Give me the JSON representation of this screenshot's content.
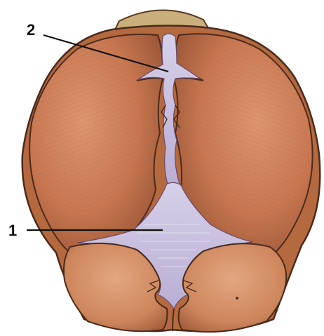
{
  "diagram": {
    "callouts": [
      {
        "id": "1",
        "label": "1"
      },
      {
        "id": "2",
        "label": "2"
      }
    ]
  },
  "colors": {
    "background": "#ffffff",
    "bone_base": "#c97a55",
    "bone_dark": "#8a4a2c",
    "bone_light": "#e0a07a",
    "membrane": "#c8bfdc",
    "membrane_dark": "#9d8fbc",
    "suture_dark": "#4a2a1c",
    "leader_line": "#111111"
  }
}
